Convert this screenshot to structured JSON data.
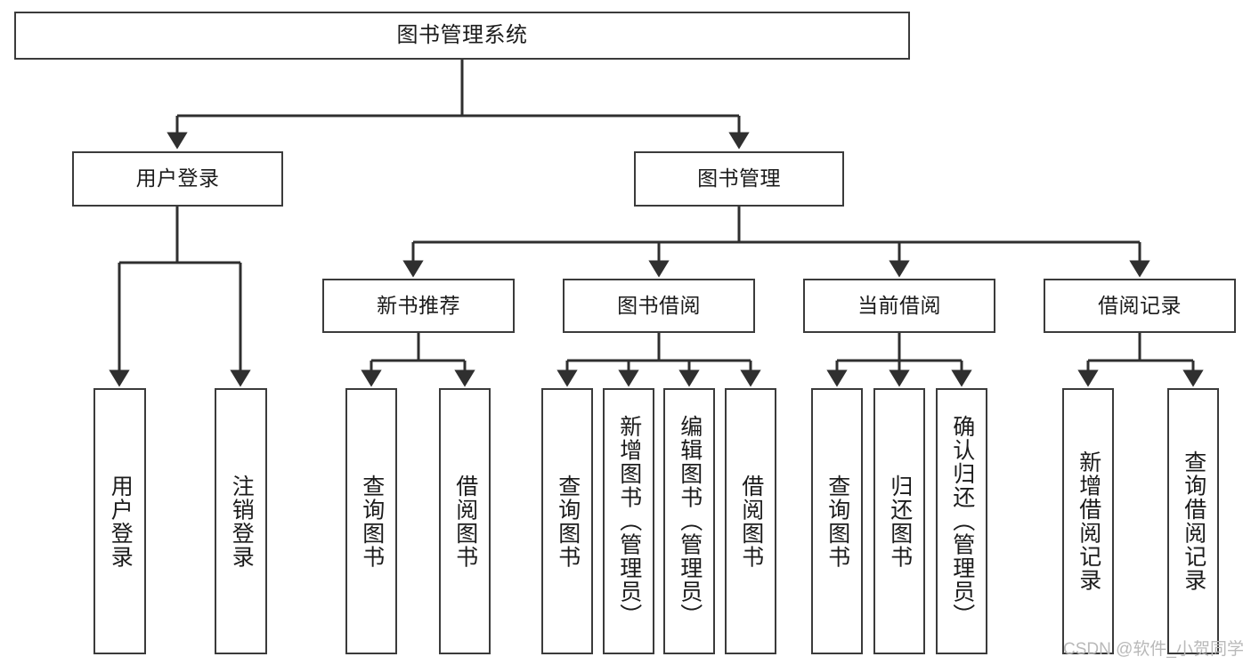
{
  "diagram": {
    "title": "图书管理系统",
    "type": "hierarchy-tree",
    "levels": 4,
    "nodes": {
      "root": {
        "label": "图书管理系统"
      },
      "level2": [
        {
          "id": "user-login",
          "label": "用户登录"
        },
        {
          "id": "book-management",
          "label": "图书管理"
        }
      ],
      "level3": [
        {
          "id": "new-book-recommend",
          "label": "新书推荐"
        },
        {
          "id": "book-borrow",
          "label": "图书借阅"
        },
        {
          "id": "current-borrow",
          "label": "当前借阅"
        },
        {
          "id": "borrow-record",
          "label": "借阅记录"
        }
      ],
      "leaves": [
        {
          "id": "leaf-user-login",
          "label": "用户登录",
          "parent": "user-login"
        },
        {
          "id": "leaf-logout-login",
          "label": "注销登录",
          "parent": "user-login"
        },
        {
          "id": "leaf-query-book-1",
          "label": "查询图书",
          "parent": "new-book-recommend"
        },
        {
          "id": "leaf-borrow-book-1",
          "label": "借阅图书",
          "parent": "new-book-recommend"
        },
        {
          "id": "leaf-query-book-2",
          "label": "查询图书",
          "parent": "book-borrow"
        },
        {
          "id": "leaf-add-book",
          "label": "新增图书（管理员）",
          "parent": "book-borrow"
        },
        {
          "id": "leaf-edit-book",
          "label": "编辑图书（管理员）",
          "parent": "book-borrow"
        },
        {
          "id": "leaf-borrow-book-2",
          "label": "借阅图书",
          "parent": "book-borrow"
        },
        {
          "id": "leaf-query-book-3",
          "label": "查询图书",
          "parent": "current-borrow"
        },
        {
          "id": "leaf-return-book",
          "label": "归还图书",
          "parent": "current-borrow"
        },
        {
          "id": "leaf-confirm-return",
          "label": "确认归还（管理员）",
          "parent": "current-borrow"
        },
        {
          "id": "leaf-add-record",
          "label": "新增借阅记录",
          "parent": "borrow-record"
        },
        {
          "id": "leaf-query-record",
          "label": "查询借阅记录",
          "parent": "borrow-record"
        }
      ]
    },
    "colors": {
      "border": "#3b3b3b",
      "text": "#1b1b1b",
      "background": "#ffffff",
      "connector": "#2f2f2f",
      "watermark": "#b9b9b9"
    }
  },
  "watermark": {
    "text": "CSDN @软件_小贺同学"
  }
}
